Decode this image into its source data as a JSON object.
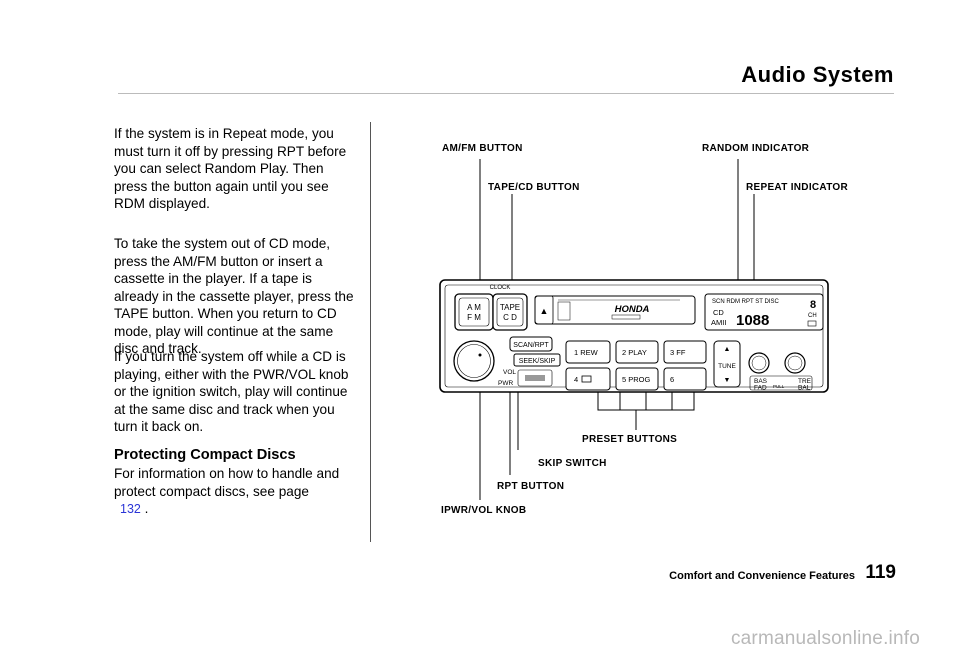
{
  "header": {
    "title": "Audio System"
  },
  "paragraphs": [
    "If the system is in Repeat mode, you must turn it off by pressing RPT before you can select Random Play. Then press the button again until you see RDM displayed.",
    "To take the system out of CD mode, press the AM/FM button or insert a cassette in the player. If a tape is already in the cassette player, press the TAPE button. When you return to CD mode, play will continue at the same disc and track.",
    "If you turn the system off while a CD is playing, either with the PWR/VOL knob or the ignition switch, play will continue at the same disc and track when you turn it back on."
  ],
  "section": {
    "heading": "Protecting Compact Discs",
    "text": "For information on how to handle and protect compact discs, see page",
    "link": "132",
    "after_link": "."
  },
  "callouts": {
    "am_fm": "AM/FM BUTTON",
    "tape_cd": "TAPE/CD BUTTON",
    "random": "RANDOM INDICATOR",
    "repeat": "REPEAT INDICATOR",
    "preset": "PRESET BUTTONS",
    "skip": "SKIP SWITCH",
    "rpt": "RPT BUTTON",
    "pwr_vol": "IPWR/VOL KNOB"
  },
  "radio": {
    "clock": "CLOCK",
    "am": "A M",
    "fm": "F M",
    "tape": "TAPE",
    "cd": "C D",
    "eject": "▲",
    "brand": "HONDA",
    "indicators": "SCN RDM RPT ST DISC",
    "cd_label": "CD",
    "amii": "AMII",
    "segment_display": "1088",
    "disc_number": "8",
    "ch": "CH",
    "scan_rpt": "SCAN/RPT",
    "seek_skip": "SEEK/SKIP",
    "vol": "VOL",
    "pwr": "PWR",
    "p1": "1 REW",
    "p2": "2 PLAY",
    "p3": "3  FF",
    "p4": "4",
    "p5": "5 PROG",
    "p6": "6",
    "tune": "TUNE",
    "bas": "BAS",
    "fad": "FAD",
    "pull": "PULL",
    "tre": "TRE",
    "bal": "BAL"
  },
  "footer": {
    "section": "Comfort and Convenience Features",
    "page": "119"
  },
  "watermark": "carmanualsonline.info"
}
